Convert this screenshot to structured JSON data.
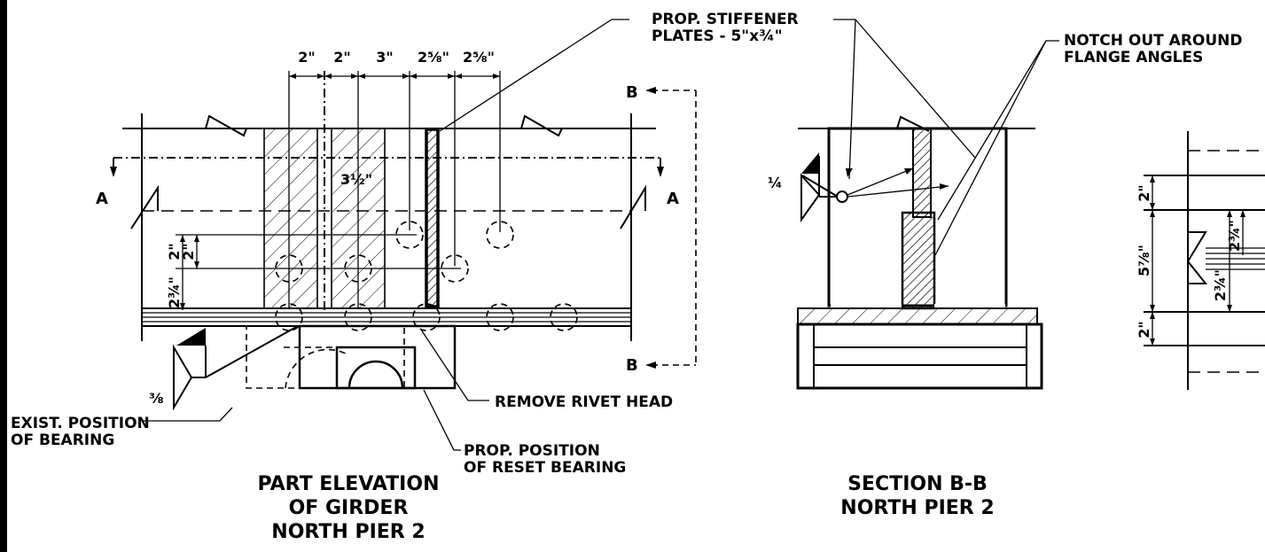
{
  "views": {
    "elevation": {
      "title_lines": [
        "PART ELEVATION",
        "OF GIRDER",
        "NORTH PIER 2"
      ],
      "dims_top": [
        "2\"",
        "2\"",
        "3\"",
        "2⅝\"",
        "2⅝\""
      ],
      "dim_3_half": "3½\"",
      "dim_2": "2\"",
      "dim_2b": "2\"",
      "dim_2_3_4": "2¾\"",
      "weld_3_8": "⅜",
      "section_a": "A",
      "section_b": "B"
    },
    "section": {
      "title_lines": [
        "SECTION B-B",
        "NORTH PIER 2"
      ],
      "weld_1_4": "¼"
    },
    "detail": {
      "dim_2_top": "2\"",
      "dim_5_7_8": "5⅞\"",
      "dim_2_3_4_a": "2¾\"",
      "dim_2_3_4_b": "2¾\"",
      "dim_2_bot": "2\""
    }
  },
  "callouts": {
    "stiffener": [
      "PROP. STIFFENER",
      "PLATES - 5\"x¾\""
    ],
    "notch": [
      "NOTCH OUT AROUND",
      "FLANGE ANGLES"
    ],
    "remove_rivet": "REMOVE RIVET HEAD",
    "exist_bearing": [
      "EXIST. POSITION",
      "OF BEARING"
    ],
    "prop_bearing": [
      "PROP. POSITION",
      "OF RESET BEARING"
    ]
  }
}
